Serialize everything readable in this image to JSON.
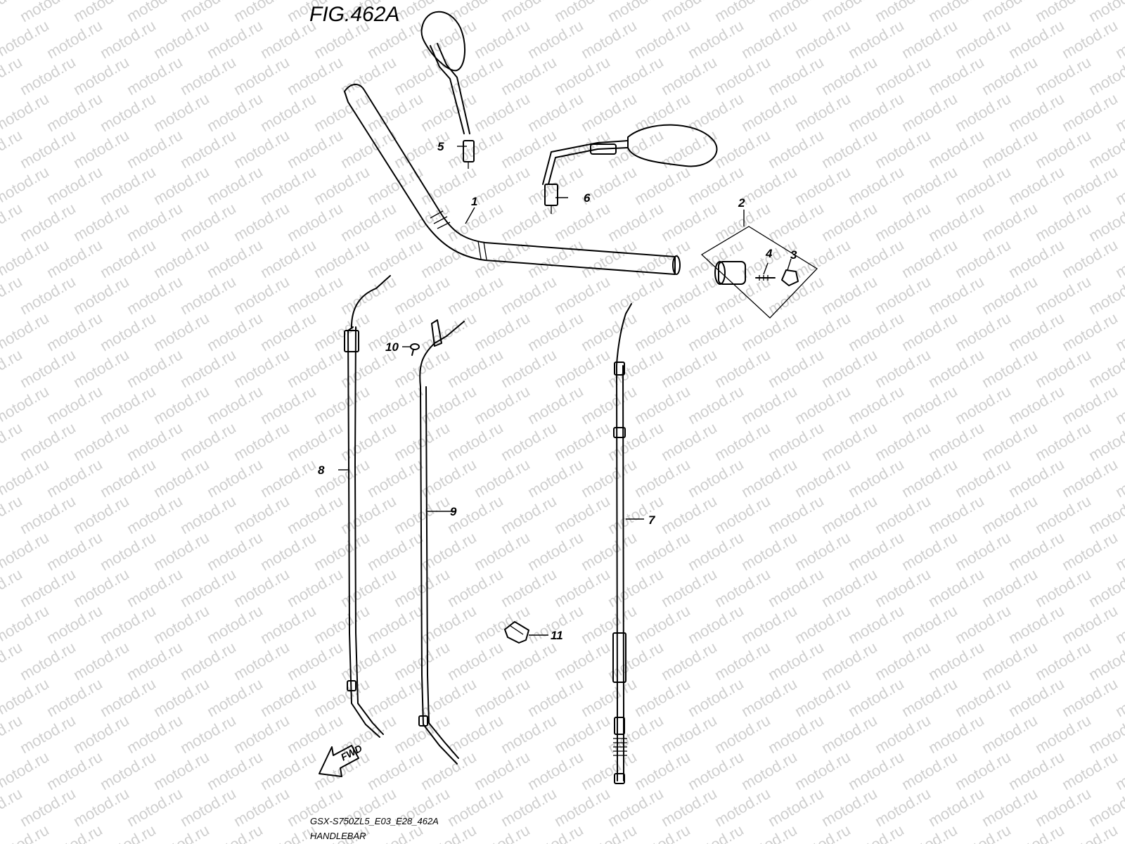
{
  "figure_title": "FIG.462A",
  "watermark_text": "motod.ru",
  "footer": {
    "model_code": "GSX-S750ZL5_E03_E28_462A",
    "section_name": "HANDLEBAR"
  },
  "fwd_label": "FWD",
  "callouts": [
    "1",
    "2",
    "3",
    "4",
    "5",
    "6",
    "7",
    "8",
    "9",
    "10",
    "11"
  ],
  "colors": {
    "line": "#000000",
    "watermark": "#cfcfcf",
    "background": "#ffffff"
  }
}
